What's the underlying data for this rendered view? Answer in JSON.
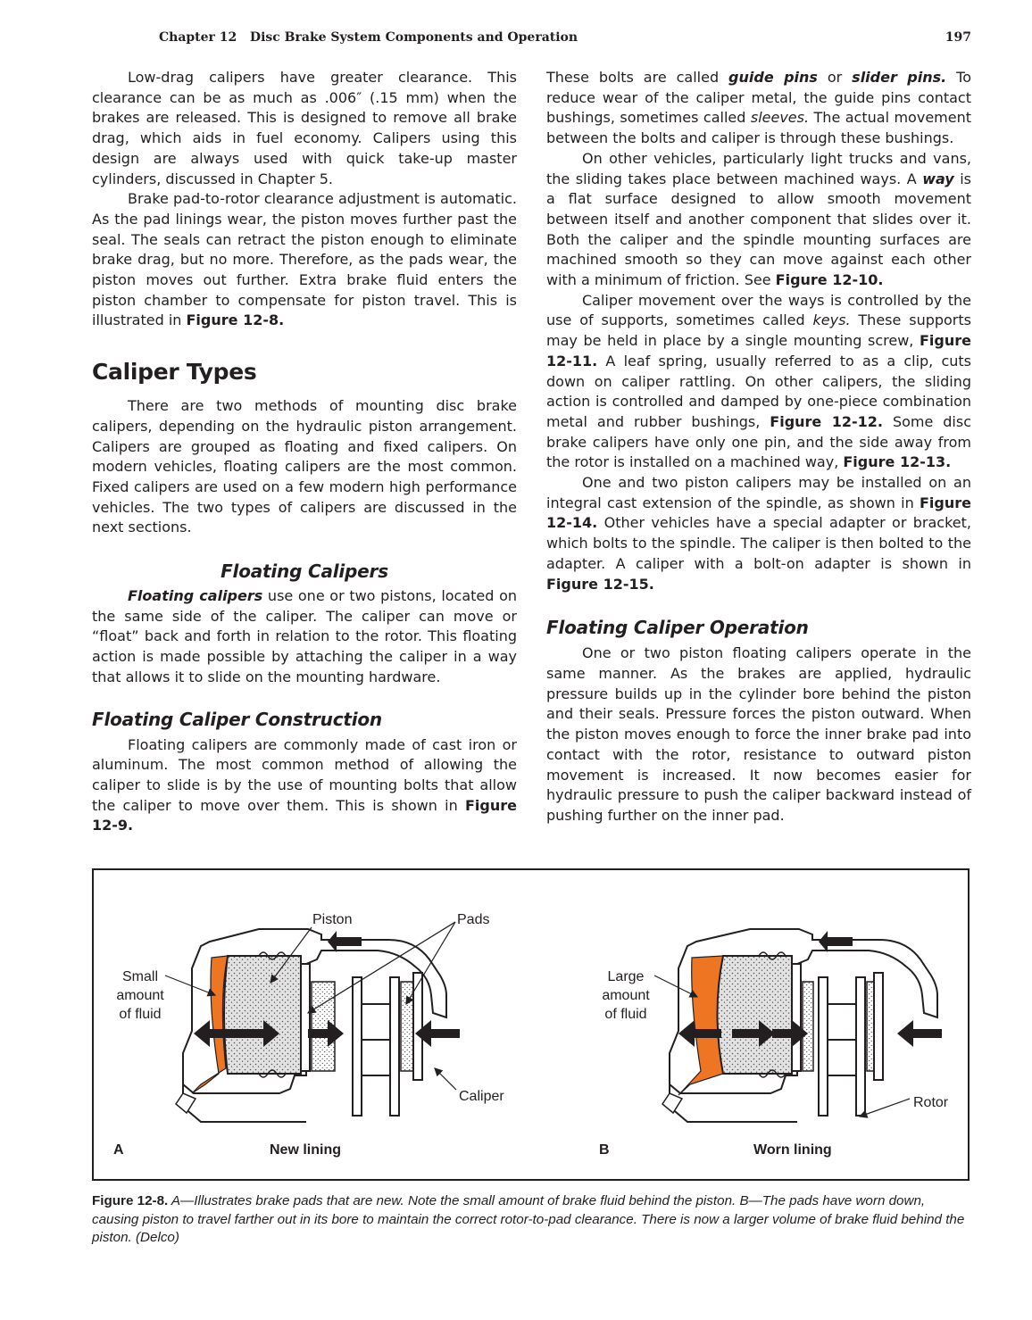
{
  "header": {
    "chapter": "Chapter 12",
    "title": "Disc Brake System Components and Operation",
    "page_number": "197"
  },
  "left_column": {
    "p1": "Low-drag calipers have greater clearance. This clearance can be as much as .006″ (.15 mm) when the brakes are released. This is designed to remove all brake drag, which aids in fuel economy. Calipers using this design are always used with quick take-up master cylinders, discussed in Chapter 5.",
    "p2_text": "Brake pad-to-rotor clearance adjustment is automatic. As the pad linings wear, the piston moves further past the seal. The seals can retract the piston enough to eliminate brake drag, but no more. Therefore, as the pads wear, the piston moves out further. Extra brake fluid enters the piston chamber to compensate for piston travel. This is illustrated in ",
    "p2_ref": "Figure 12-8.",
    "heading_caliper_types": "Caliper Types",
    "p3": "There are two methods of mounting disc brake calipers, depending on the hydraulic piston arrangement. Calipers are grouped as floating and fixed calipers. On modern vehicles, floating calipers are the most common. Fixed calipers are used on a few modern high performance vehicles. The two types of calipers are discussed in the next sections.",
    "heading_floating_calipers": "Floating Calipers",
    "p4_term": "Floating calipers",
    "p4_text": " use one or two pistons, located on the same side of the caliper. The caliper can move or “float” back and forth in relation to the rotor. This floating action is made possible by attaching the caliper in a way that allows it to slide on the mounting hardware.",
    "heading_construction": "Floating Caliper Construction",
    "p5_text": "Floating calipers are commonly made of cast iron or aluminum. The most common method of allowing the caliper to slide is by the use of mounting bolts that allow the caliper to move over them. This is shown in ",
    "p5_ref": "Figure 12-9."
  },
  "right_column": {
    "p1_a": "These bolts are called ",
    "p1_term1": "guide pins",
    "p1_b": " or ",
    "p1_term2": "slider pins.",
    "p1_c": " To reduce wear of the caliper metal, the guide pins contact bushings, sometimes called ",
    "p1_em": "sleeves.",
    "p1_d": " The actual movement between the bolts and caliper is through these bushings.",
    "p2_a": "On other vehicles, particularly light trucks and vans, the sliding takes place between machined ways. A ",
    "p2_term": "way",
    "p2_b": " is a flat surface designed to allow smooth movement between itself and another component that slides over it. Both the caliper and the spindle mounting surfaces are machined smooth so they can move against each other with a minimum of friction. See ",
    "p2_ref": "Figure 12-10.",
    "p3_a": "Caliper movement over the ways is controlled by the use of supports, sometimes called ",
    "p3_em": "keys.",
    "p3_b": " These supports may be held in place by a single mounting screw, ",
    "p3_ref1": "Figure 12-11.",
    "p3_c": " A leaf spring, usually referred to as a clip, cuts down on caliper rattling. On other calipers, the sliding action is controlled and damped by one-piece combination metal and rubber bushings, ",
    "p3_ref2": "Figure 12-12.",
    "p3_d": " Some disc brake calipers have only one pin, and the side away from the rotor is installed on a machined way, ",
    "p3_ref3": "Figure 12-13.",
    "p4_a": "One and two piston calipers may be installed on an integral cast extension of the spindle, as shown in ",
    "p4_ref1": "Figure 12-14.",
    "p4_b": " Other vehicles have a special adapter or bracket, which bolts to the spindle. The caliper is then bolted to the adapter. A caliper with a bolt-on adapter is shown in ",
    "p4_ref2": "Figure 12-15.",
    "heading_operation": "Floating Caliper Operation",
    "p5": "One or two piston floating calipers operate in the same manner. As the brakes are applied, hydraulic pressure builds up in the cylinder bore behind the piston and their seals. Pressure forces the piston outward. When the piston moves enough to force the inner brake pad into contact with the rotor, resistance to outward piston movement is increased. It now becomes easier for hydraulic pressure to push the caliper backward instead of pushing further on the inner pad."
  },
  "figure": {
    "labels": {
      "piston": "Piston",
      "pads": "Pads",
      "small_fluid_1": "Small",
      "small_fluid_2": "amount",
      "small_fluid_3": "of fluid",
      "large_fluid_1": "Large",
      "large_fluid_2": "amount",
      "large_fluid_3": "of fluid",
      "caliper": "Caliper",
      "rotor": "Rotor",
      "panel_a": "A",
      "panel_a_title": "New lining",
      "panel_b": "B",
      "panel_b_title": "Worn lining"
    },
    "colors": {
      "fluid": "#ee7623",
      "lining_fill": "#d9d9d9",
      "ink": "#231f20"
    }
  },
  "caption": {
    "label": "Figure 12-8.",
    "text": " A—Illustrates brake pads that are new. Note the small amount of brake fluid behind the piston. B—The pads have worn down, causing piston to travel farther out in its bore to maintain the correct rotor-to-pad clearance. There is now a larger volume of brake fluid behind the piston. (Delco)"
  }
}
